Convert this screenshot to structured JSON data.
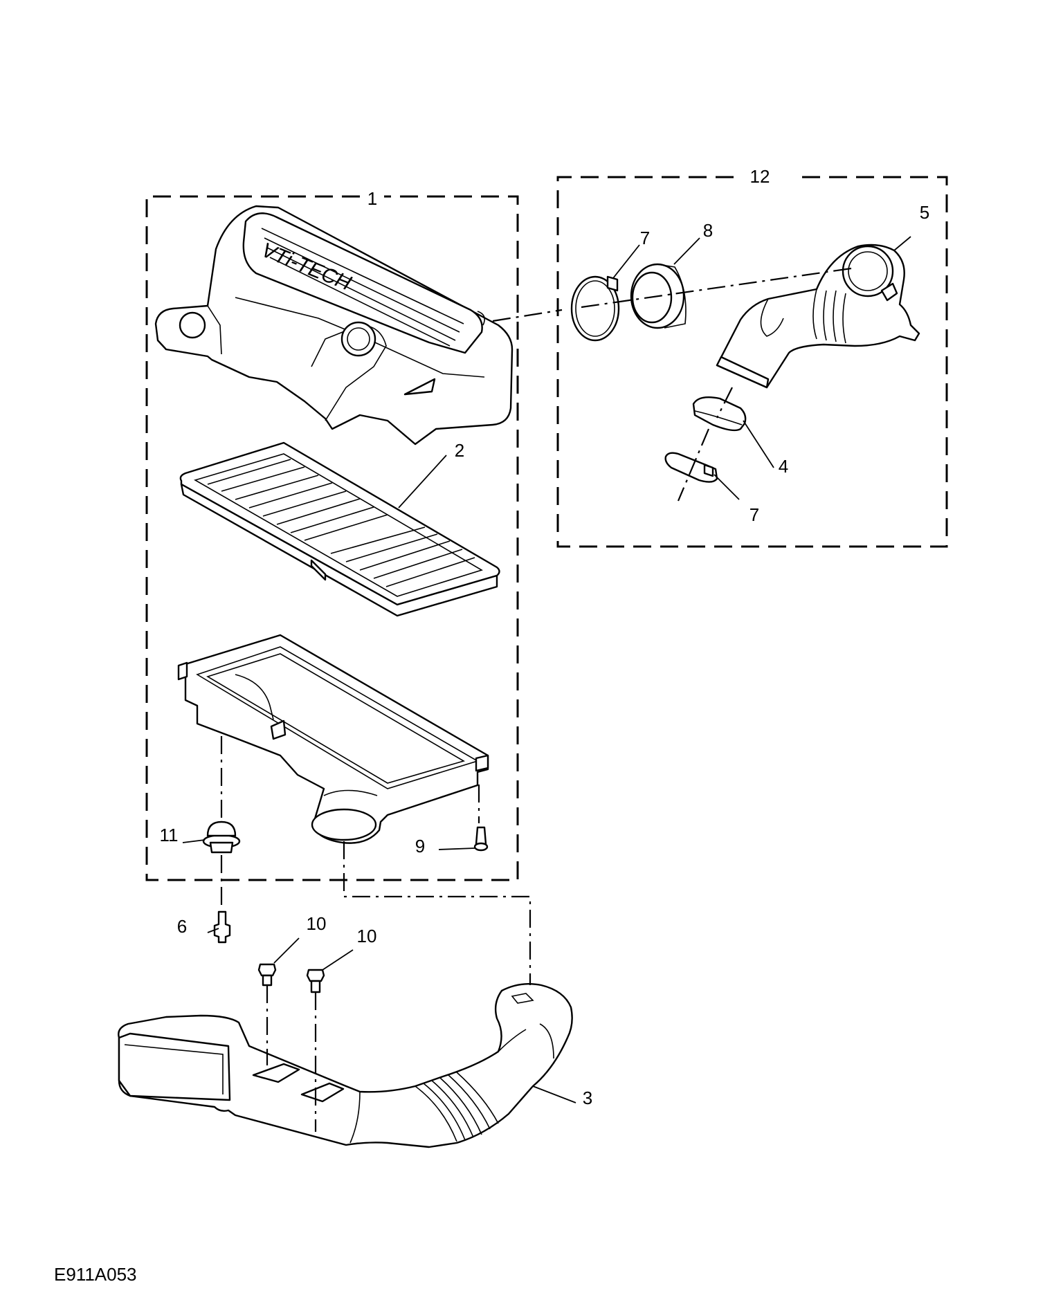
{
  "diagram": {
    "drawing_code": "E911A053",
    "cover_lettering": "VTi-TECH",
    "callouts": {
      "c1": "1",
      "c2": "2",
      "c3": "3",
      "c4": "4",
      "c5": "5",
      "c6": "6",
      "c7a": "7",
      "c7b": "7",
      "c8": "8",
      "c9": "9",
      "c10a": "10",
      "c10b": "10",
      "c11": "11",
      "c12": "12"
    }
  }
}
